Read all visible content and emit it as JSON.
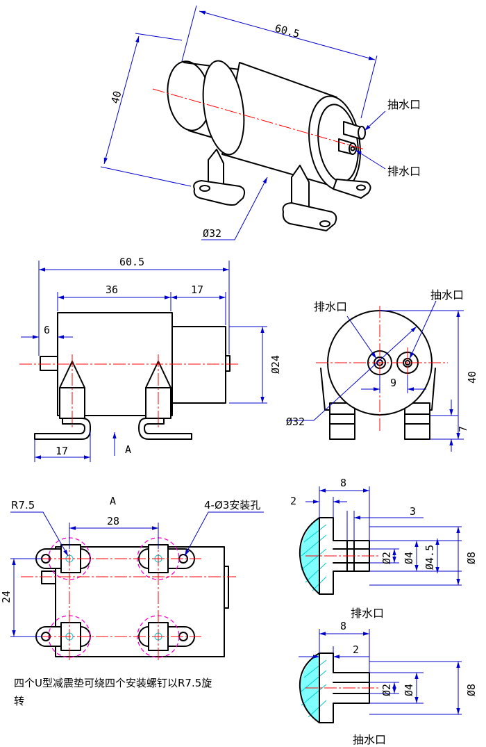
{
  "views": {
    "iso": {
      "dim_length": "60.5",
      "dim_height": "40",
      "dim_diameter": "Ø32",
      "label_suction": "抽水口",
      "label_drain": "排水口"
    },
    "front": {
      "dim_total": "60.5",
      "dim_body": "36",
      "dim_cap": "17",
      "dim_offset": "6",
      "dim_foot": "17",
      "dim_cap_dia": "Ø24",
      "view_arrow_label": "A"
    },
    "side": {
      "label_drain": "排水口",
      "label_suction": "抽水口",
      "dim_spacing": "9",
      "dim_height": "40",
      "dim_foot": "7",
      "dim_diameter": "Ø32"
    },
    "bottom": {
      "view_title": "A",
      "dim_radius": "R7.5",
      "dim_holes": "4-Ø3安装孔",
      "dim_spacing": "28",
      "dim_width": "24",
      "note_line1": "四个U型减震垫可绕四个安装螺钉以R7.5旋",
      "note_line2": "转"
    },
    "drain_detail": {
      "dim_len": "8",
      "dim_lip": "2",
      "dim_step": "3",
      "dim_d2": "Ø2",
      "dim_d4": "Ø4",
      "dim_d45": "Ø4.5",
      "dim_d8": "Ø8",
      "title": "排水口"
    },
    "suction_detail": {
      "dim_len": "8",
      "dim_lip": "2",
      "dim_d2": "Ø2",
      "dim_d4": "Ø4",
      "dim_d8": "Ø8",
      "title": "抽水口"
    }
  }
}
